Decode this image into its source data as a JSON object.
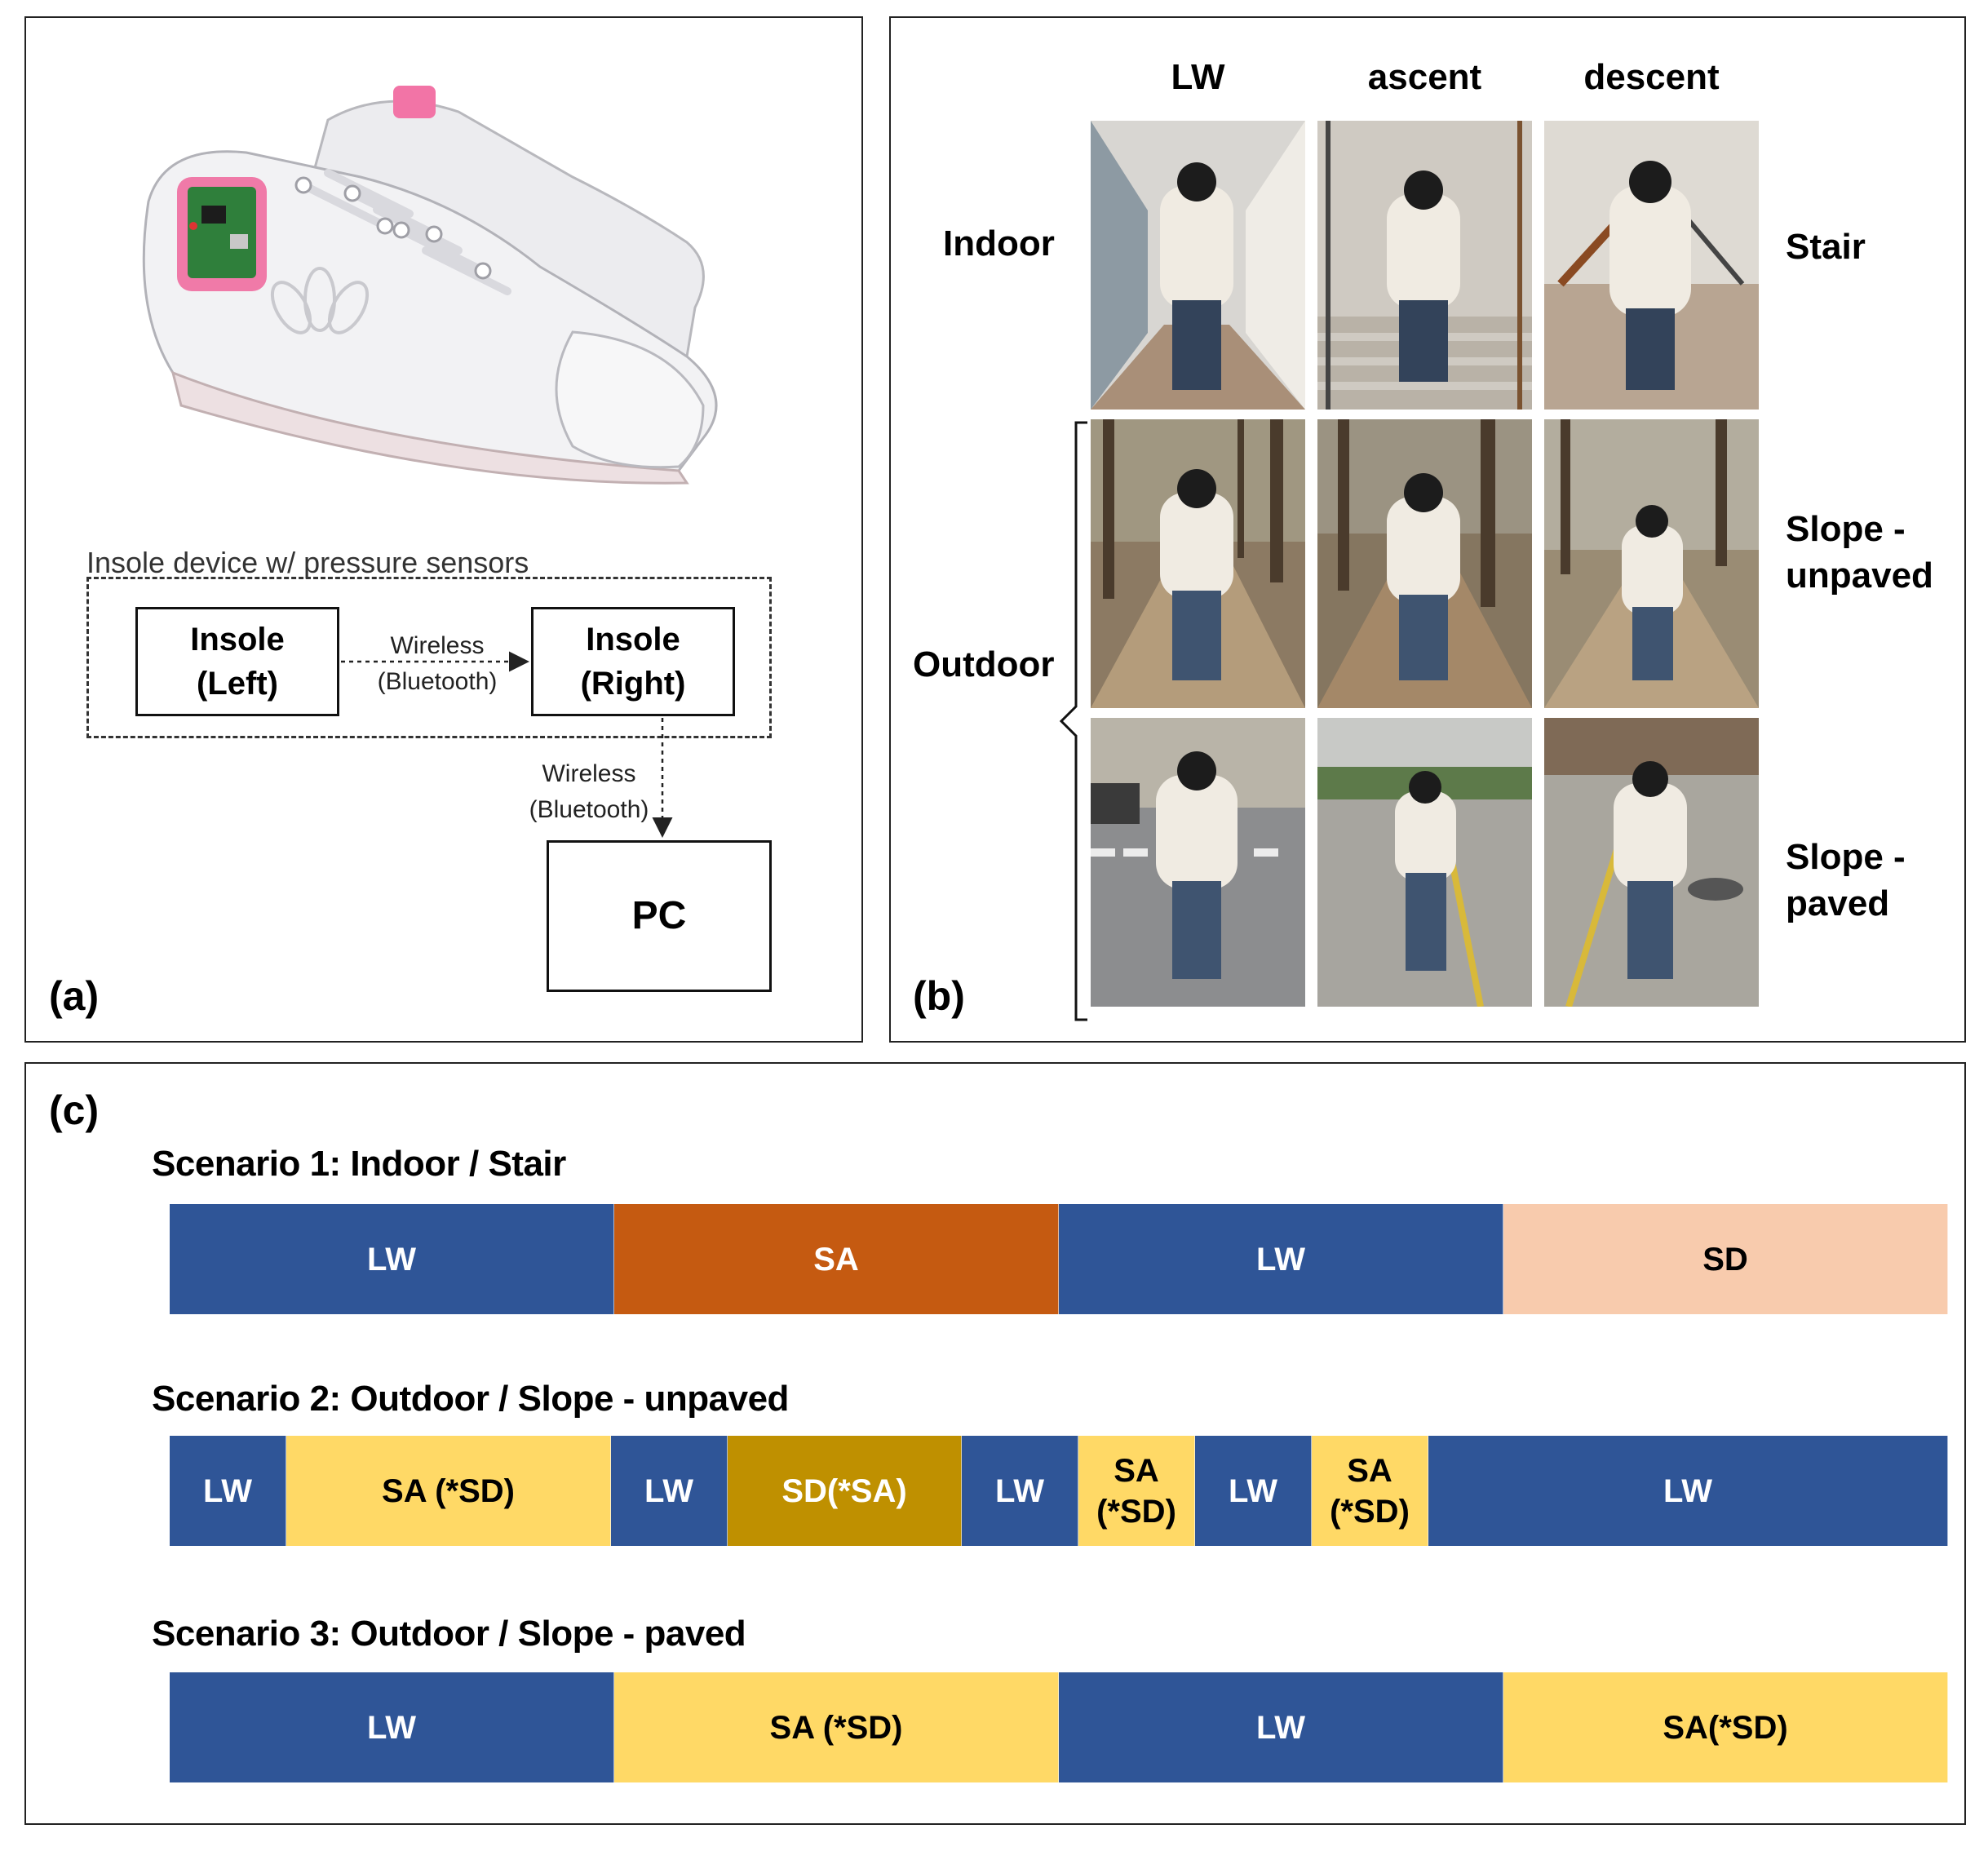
{
  "panel_a": {
    "label": "(a)",
    "device_caption": "Insole device w/ pressure sensors",
    "insole_left": [
      "Insole",
      "(Left)"
    ],
    "insole_right": [
      "Insole",
      "(Right)"
    ],
    "link1": [
      "Wireless",
      "(Bluetooth)"
    ],
    "link2": [
      "Wireless",
      "(Bluetooth)"
    ],
    "pc": "PC"
  },
  "panel_b": {
    "label": "(b)",
    "columns": [
      "LW",
      "ascent",
      "descent"
    ],
    "left_labels": {
      "indoor": "Indoor",
      "outdoor": "Outdoor"
    },
    "right_labels": {
      "stair": [
        "Stair"
      ],
      "unpaved": [
        "Slope -",
        "unpaved"
      ],
      "paved": [
        "Slope -",
        "paved"
      ]
    }
  },
  "panel_c": {
    "label": "(c)",
    "colors": {
      "lw": "#2f5597",
      "sa": "#c55a11",
      "sd": "#f8cbad",
      "yellow": "#ffd966",
      "gold": "#bf9000"
    },
    "scenarios": [
      {
        "title": "Scenario 1: Indoor / Stair",
        "segments": [
          {
            "label": [
              "LW"
            ],
            "color": "#2f5597",
            "text_color": "#ffffff",
            "fraction": 0.25
          },
          {
            "label": [
              "SA"
            ],
            "color": "#c55a11",
            "text_color": "#ffffff",
            "fraction": 0.25
          },
          {
            "label": [
              "LW"
            ],
            "color": "#2f5597",
            "text_color": "#ffffff",
            "fraction": 0.25
          },
          {
            "label": [
              "SD"
            ],
            "color": "#f8cbad",
            "text_color": "#000000",
            "fraction": 0.25
          }
        ]
      },
      {
        "title": "Scenario 2: Outdoor / Slope - unpaved",
        "segments": [
          {
            "label": [
              "LW"
            ],
            "color": "#2f5597",
            "text_color": "#ffffff",
            "fraction": 0.0654
          },
          {
            "label": [
              "SA (*SD)"
            ],
            "color": "#ffd966",
            "text_color": "#000000",
            "fraction": 0.1826
          },
          {
            "label": [
              "LW"
            ],
            "color": "#2f5597",
            "text_color": "#ffffff",
            "fraction": 0.0654
          },
          {
            "label": [
              "SD(*SA)"
            ],
            "color": "#bf9000",
            "text_color": "#ffffff",
            "fraction": 0.1316
          },
          {
            "label": [
              "LW"
            ],
            "color": "#2f5597",
            "text_color": "#ffffff",
            "fraction": 0.0654
          },
          {
            "label": [
              "SA",
              "(*SD)"
            ],
            "color": "#ffd966",
            "text_color": "#000000",
            "fraction": 0.0654
          },
          {
            "label": [
              "LW"
            ],
            "color": "#2f5597",
            "text_color": "#ffffff",
            "fraction": 0.0654
          },
          {
            "label": [
              "SA",
              "(*SD)"
            ],
            "color": "#ffd966",
            "text_color": "#000000",
            "fraction": 0.0654
          },
          {
            "label": [
              "LW"
            ],
            "color": "#2f5597",
            "text_color": "#ffffff",
            "fraction": 0.2934
          }
        ]
      },
      {
        "title": "Scenario 3: Outdoor / Slope - paved",
        "segments": [
          {
            "label": [
              "LW"
            ],
            "color": "#2f5597",
            "text_color": "#ffffff",
            "fraction": 0.25
          },
          {
            "label": [
              "SA (*SD)"
            ],
            "color": "#ffd966",
            "text_color": "#000000",
            "fraction": 0.25
          },
          {
            "label": [
              "LW"
            ],
            "color": "#2f5597",
            "text_color": "#ffffff",
            "fraction": 0.25
          },
          {
            "label": [
              "SA(*SD)"
            ],
            "color": "#ffd966",
            "text_color": "#000000",
            "fraction": 0.25
          }
        ]
      }
    ]
  }
}
